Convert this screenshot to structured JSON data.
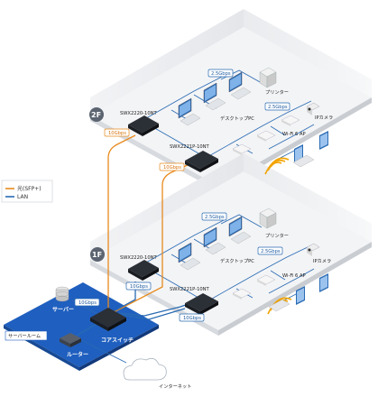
{
  "legend": {
    "fiber_label": "光(SFP+)",
    "lan_label": "LAN",
    "fiber_color": "#e88a1e",
    "lan_color": "#2a6bb3"
  },
  "floors": {
    "second": {
      "badge": "2F",
      "switch_main": "SWX2220-10NT",
      "switch_poe": "SWX2221P-10NT",
      "speed_printer": "2.5Gbps",
      "speed_ap": "2.5Gbps",
      "speed_uplink_a": "10Gbps",
      "speed_uplink_b": "10Gbps",
      "printer": "プリンター",
      "desktop": "デスクトップPC",
      "camera": "IPカメラ",
      "ap": "Wi-Fi 6 AP"
    },
    "first": {
      "badge": "1F",
      "switch_main": "SWX2220-10NT",
      "switch_poe": "SWX2221P-10NT",
      "speed_printer": "2.5Gbps",
      "speed_ap": "2.5Gbps",
      "speed_uplink_a": "10Gbps",
      "speed_uplink_b": "10Gbps",
      "printer": "プリンター",
      "desktop": "デスクトップPC",
      "camera": "IPカメラ",
      "ap": "Wi-Fi 6 AP"
    }
  },
  "server_room": {
    "title": "サーバールーム",
    "server": "サーバー",
    "speed": "10Gbps",
    "core_switch": "コアスイッチ",
    "router": "ルーター"
  },
  "internet": "インターネット"
}
